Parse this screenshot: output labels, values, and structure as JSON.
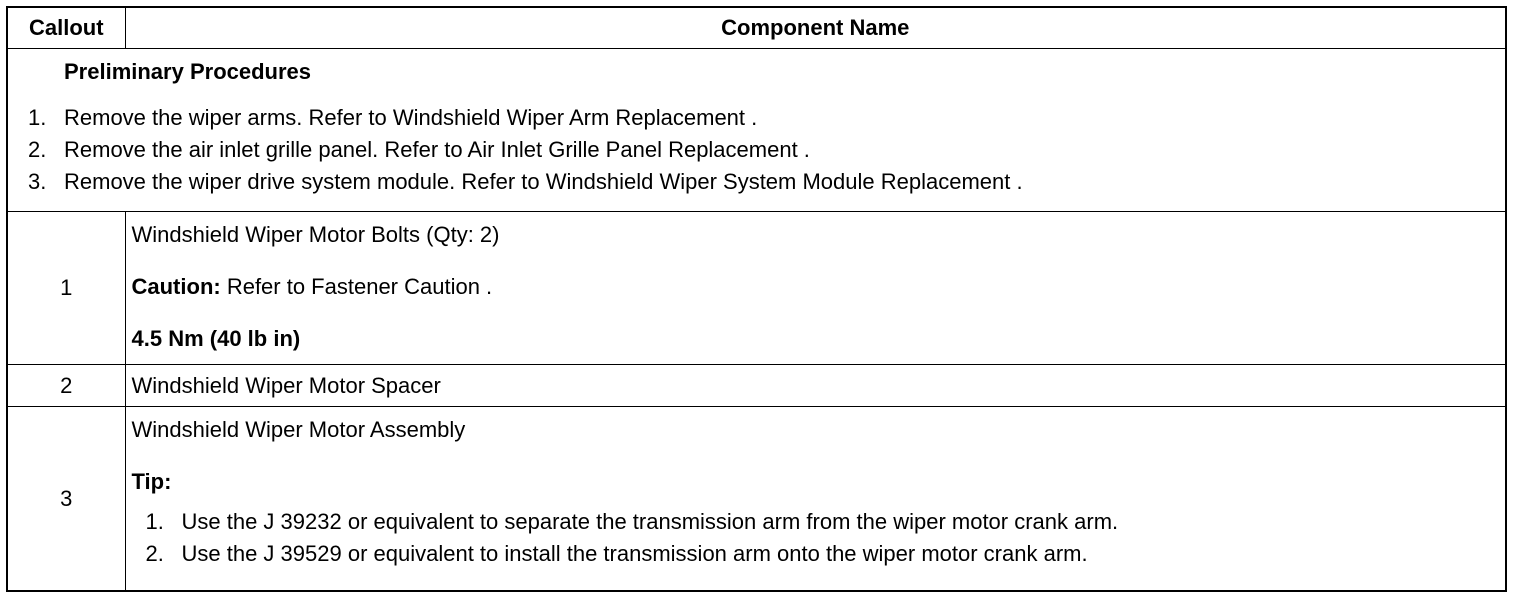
{
  "headers": {
    "callout": "Callout",
    "component": "Component Name"
  },
  "preliminary": {
    "title": "Preliminary Procedures",
    "steps": [
      {
        "num": "1.",
        "text": "Remove the wiper arms. Refer to Windshield Wiper Arm Replacement ."
      },
      {
        "num": "2.",
        "text": "Remove the air inlet grille panel. Refer to Air Inlet Grille Panel Replacement ."
      },
      {
        "num": "3.",
        "text": "Remove the wiper drive system module. Refer to Windshield Wiper System Module Replacement ."
      }
    ]
  },
  "rows": [
    {
      "callout": "1",
      "name": "Windshield Wiper Motor Bolts (Qty: 2)",
      "caution_label": "Caution:",
      "caution_text": " Refer to Fastener Caution .",
      "torque": "4.5 Nm (40 lb in)"
    },
    {
      "callout": "2",
      "name": "Windshield Wiper Motor Spacer"
    },
    {
      "callout": "3",
      "name": "Windshield Wiper Motor Assembly",
      "tip_label": "Tip:",
      "tips": [
        {
          "num": "1.",
          "text": "Use the J 39232 or equivalent to separate the transmission arm from the wiper motor crank arm."
        },
        {
          "num": "2.",
          "text": "Use the J 39529 or equivalent to install the transmission arm onto the wiper motor crank arm."
        }
      ]
    }
  ]
}
